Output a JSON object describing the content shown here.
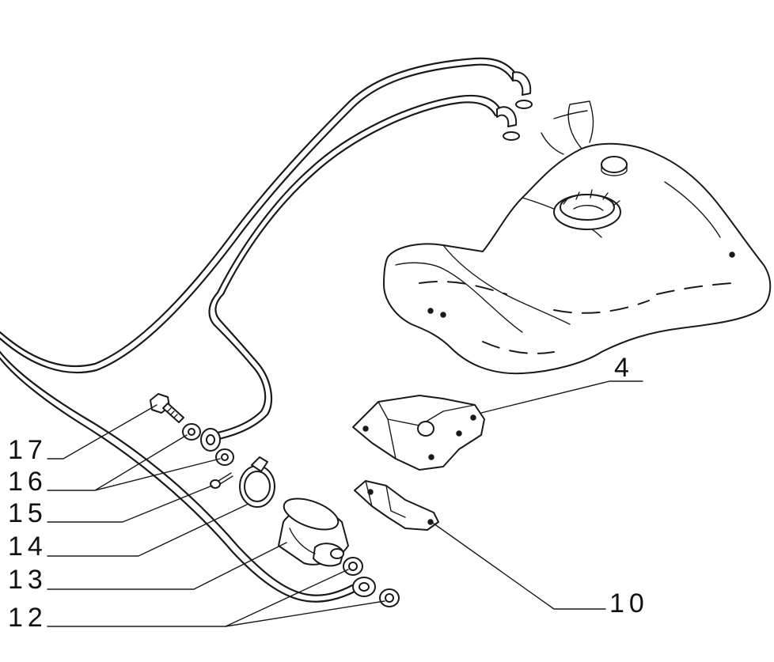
{
  "callouts": [
    {
      "id": "4",
      "label": "4",
      "part": "tank-bracket"
    },
    {
      "id": "10",
      "label": "10",
      "part": "filter-bracket"
    },
    {
      "id": "12",
      "label": "12",
      "part": "washers-lower"
    },
    {
      "id": "13",
      "label": "13",
      "part": "fuel-filter"
    },
    {
      "id": "14",
      "label": "14",
      "part": "hose-clamp"
    },
    {
      "id": "15",
      "label": "15",
      "part": "screw"
    },
    {
      "id": "16",
      "label": "16",
      "part": "washers-upper"
    },
    {
      "id": "17",
      "label": "17",
      "part": "banjo-bolt"
    }
  ]
}
